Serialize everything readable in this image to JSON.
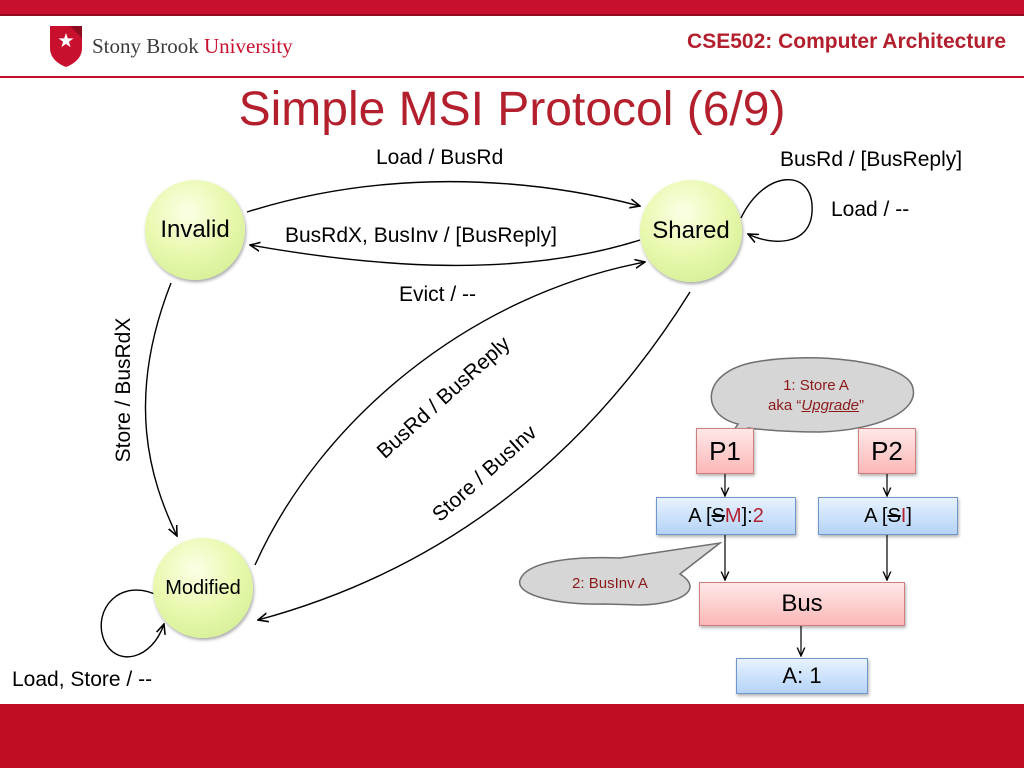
{
  "header": {
    "university_name_1": "Stony Brook",
    "university_name_2": "University",
    "course": "CSE502: Computer Architecture"
  },
  "slide": {
    "title": "Simple MSI Protocol (6/9)"
  },
  "states": {
    "invalid": "Invalid",
    "shared": "Shared",
    "modified": "Modified"
  },
  "transitions": {
    "invalid_to_shared": "Load / BusRd",
    "shared_to_invalid": "BusRdX, BusInv / [BusReply]",
    "shared_evict": "Evict / --",
    "shared_self_1": "BusRd / [BusReply]",
    "shared_self_2": "Load / --",
    "invalid_to_modified": "Store / BusRdX",
    "modified_to_shared": "BusRd / BusReply",
    "shared_to_modified": "Store / BusInv",
    "modified_self": "Load, Store / --"
  },
  "example": {
    "callout1_line1": "1: Store A",
    "callout1_aka": "aka “",
    "callout1_upgrade": "Upgrade",
    "callout1_close": "”",
    "p1": "P1",
    "p2": "P2",
    "cache1_prefix": "A [",
    "cache1_old": "S",
    "cache1_new": " M",
    "cache1_sep": "]: ",
    "cache1_val": "2",
    "cache2_prefix": "A [",
    "cache2_old": "S",
    "cache2_new": " I",
    "cache2_suffix": "]",
    "callout2": "2: BusInv A",
    "bus": "Bus",
    "memory": "A: 1"
  }
}
